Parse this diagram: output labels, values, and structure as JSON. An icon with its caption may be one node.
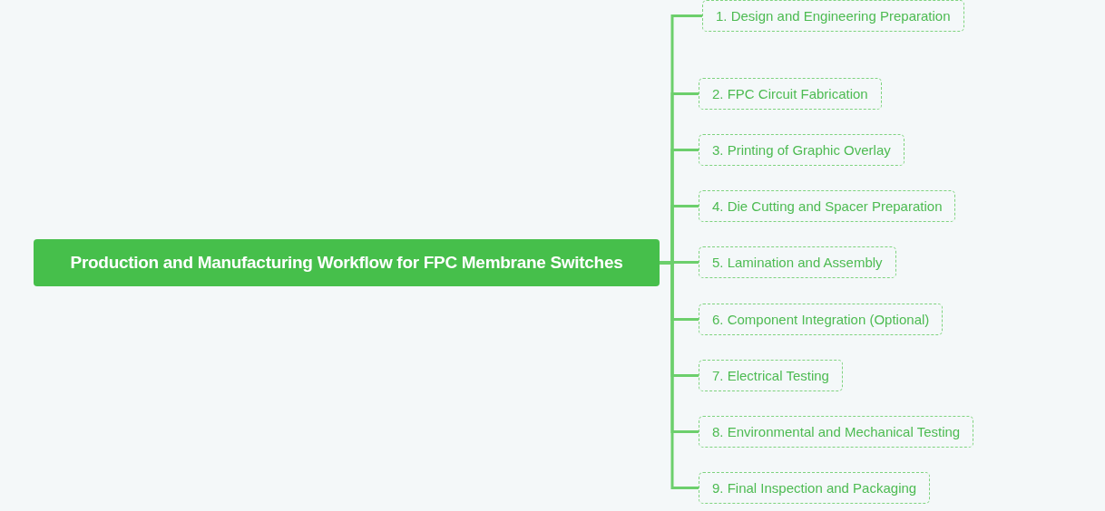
{
  "diagram": {
    "nodes": [
      {
        "text": [
          "Production and Manufacturing Workflow for FPC Membrane Switches"
        ]
      },
      {
        "text": [
          "1. Design and Engineering Preparation"
        ]
      },
      {
        "text": [
          "2. FPC Circuit Fabrication"
        ]
      },
      {
        "text": [
          "3. Printing of Graphic Overlay"
        ]
      },
      {
        "text": [
          "4. Die Cutting and Spacer Preparation"
        ]
      },
      {
        "text": [
          "5. Lamination and Assembly"
        ]
      },
      {
        "text": [
          "6. Component Integration (Optional)"
        ]
      },
      {
        "text": [
          "7. Electrical Testing"
        ]
      },
      {
        "text": [
          "8. Environmental and Mechanical Testing"
        ]
      },
      {
        "text": [
          "9. Final Inspection and Packaging"
        ]
      }
    ],
    "edges": [
      {
        "from": 0,
        "to": 1,
        "arrow": "none"
      },
      {
        "from": 0,
        "to": 2,
        "arrow": "none"
      },
      {
        "from": 0,
        "to": 3,
        "arrow": "none"
      },
      {
        "from": 0,
        "to": 4,
        "arrow": "none"
      },
      {
        "from": 0,
        "to": 5,
        "arrow": "none"
      },
      {
        "from": 0,
        "to": 6,
        "arrow": "none"
      },
      {
        "from": 0,
        "to": 7,
        "arrow": "none"
      },
      {
        "from": 0,
        "to": 8,
        "arrow": "none"
      },
      {
        "from": 0,
        "to": 9,
        "arrow": "none"
      }
    ]
  }
}
